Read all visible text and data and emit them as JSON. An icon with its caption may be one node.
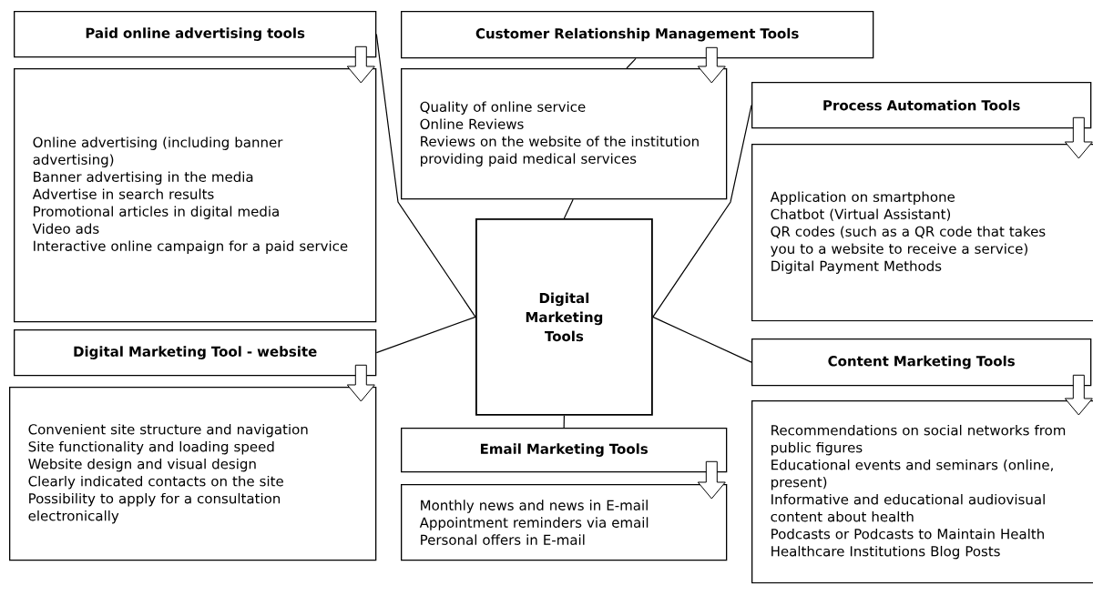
{
  "diagram": {
    "nodes": [
      {
        "text": [
          "Paid online advertising tools"
        ]
      },
      {
        "text": [
          "Online advertising (including banner advertising)",
          "Banner advertising in the media",
          "Advertise in search results",
          "Promotional articles in digital media",
          "Video ads",
          "Interactive online campaign for a paid service"
        ]
      },
      {
        "text": [
          "Customer Relationship Management Tools"
        ]
      },
      {
        "text": [
          "Quality of online service",
          "Online Reviews",
          "Reviews on the website of the institution providing paid medical services"
        ]
      },
      {
        "text": [
          "Process Automation Tools"
        ]
      },
      {
        "text": [
          "Application on smartphone",
          "Chatbot (Virtual Assistant)",
          "QR codes (such as a QR code that takes you to a website to receive a service)",
          "Digital Payment Methods"
        ]
      },
      {
        "text": [
          "Digital Marketing Tools"
        ]
      },
      {
        "text": [
          "Digital Marketing Tool - website"
        ]
      },
      {
        "text": [
          "Convenient site structure and navigation",
          "Site functionality and loading speed",
          "Website design and visual design",
          "Clearly indicated contacts on the site",
          "Possibility to apply for a consultation electronically"
        ]
      },
      {
        "text": [
          "Content Marketing Tools"
        ]
      },
      {
        "text": [
          "Recommendations on social networks from public figures",
          "Educational events and seminars (online, present)",
          "Informative and educational audiovisual content about health",
          "Podcasts or Podcasts to Maintain Health",
          "Healthcare Institutions Blog Posts"
        ]
      },
      {
        "text": [
          "Email Marketing Tools"
        ]
      },
      {
        "text": [
          "Monthly news and news in E-mail",
          "Appointment reminders via email",
          "Personal offers in E-mail"
        ]
      }
    ],
    "edges": [
      {
        "from": 0,
        "to": 1,
        "arrow": "to"
      },
      {
        "from": 2,
        "to": 3,
        "arrow": "to"
      },
      {
        "from": 4,
        "to": 5,
        "arrow": "to"
      },
      {
        "from": 7,
        "to": 8,
        "arrow": "to"
      },
      {
        "from": 9,
        "to": 10,
        "arrow": "to"
      },
      {
        "from": 11,
        "to": 12,
        "arrow": "to"
      },
      {
        "from": 6,
        "to": 0,
        "arrow": "none"
      },
      {
        "from": 2,
        "to": 3,
        "arrow": "none"
      },
      {
        "from": 6,
        "to": 3,
        "arrow": "none"
      },
      {
        "from": 6,
        "to": 4,
        "arrow": "none"
      },
      {
        "from": 6,
        "to": 7,
        "arrow": "none"
      },
      {
        "from": 6,
        "to": 9,
        "arrow": "none"
      },
      {
        "from": 6,
        "to": 11,
        "arrow": "none"
      }
    ]
  }
}
